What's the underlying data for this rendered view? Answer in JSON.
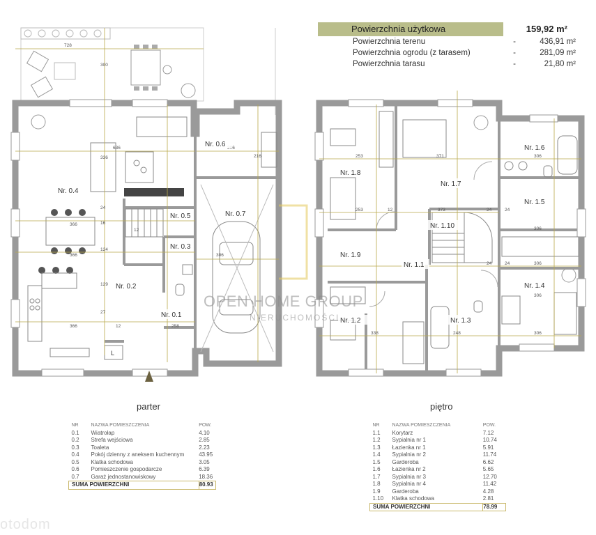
{
  "summary": {
    "usable_label": "Powierzchnia użytkowa",
    "usable_value": "159,92 m²",
    "rows": [
      {
        "label": "Powierzchnia terenu",
        "dash": "-",
        "value": "436,91 m²"
      },
      {
        "label": "Powierzchnia ogrodu (z tarasem)",
        "dash": "-",
        "value": "281,09 m²"
      },
      {
        "label": "Powierzchnia tarasu",
        "dash": "-",
        "value": "21,80 m²"
      }
    ]
  },
  "watermark": {
    "line1": "OPEN HOME GROUP",
    "line2": "NIERUCHOMOŚCI"
  },
  "ground": {
    "title": "parter",
    "rooms_on_plan": [
      "Nr. 0.1",
      "Nr. 0.2",
      "Nr. 0.3",
      "Nr. 0.4",
      "Nr. 0.5",
      "Nr. 0.6",
      "Nr. 0.7"
    ],
    "dims": [
      "728",
      "300",
      "636",
      "336",
      "366",
      "366",
      "129",
      "366",
      "258",
      "124",
      "306",
      "306",
      "216",
      "24",
      "16",
      "12",
      "27",
      "12",
      "L"
    ],
    "table": {
      "headers": [
        "NR",
        "NAZWA POMIESZCZENIA",
        "POW."
      ],
      "rows": [
        [
          "0.1",
          "Wiatrołap",
          "4.10"
        ],
        [
          "0.2",
          "Strefa wejściowa",
          "2.85"
        ],
        [
          "0.3",
          "Toaleta",
          "2.23"
        ],
        [
          "0.4",
          "Pokój dzienny z aneksem kuchennym",
          "43.95"
        ],
        [
          "0.5",
          "Klatka schodowa",
          "3.05"
        ],
        [
          "0.6",
          "Pomieszczenie gospodarcze",
          "6.39"
        ],
        [
          "0.7",
          "Garaż jednostanowiskowy",
          "18.36"
        ]
      ],
      "sum_label": "SUMA POWIERZCHNI",
      "sum_value": "80.93"
    }
  },
  "upper": {
    "title": "piętro",
    "rooms_on_plan": [
      "Nr. 1.1",
      "Nr. 1.2",
      "Nr. 1.3",
      "Nr. 1.4",
      "Nr. 1.5",
      "Nr. 1.6",
      "Nr. 1.7",
      "Nr. 1.8",
      "Nr. 1.9",
      "Nr. 1.10"
    ],
    "dims": [
      "253",
      "371",
      "306",
      "306",
      "253",
      "373",
      "306",
      "12",
      "24",
      "24",
      "24",
      "24",
      "306",
      "338",
      "248",
      "306"
    ],
    "table": {
      "headers": [
        "NR",
        "NAZWA POMIESZCZENIA",
        "POW."
      ],
      "rows": [
        [
          "1.1",
          "Korytarz",
          "7.12"
        ],
        [
          "1.2",
          "Sypialnia nr 1",
          "10.74"
        ],
        [
          "1.3",
          "Łazienka nr 1",
          "5.91"
        ],
        [
          "1.4",
          "Sypialnia nr 2",
          "11.74"
        ],
        [
          "1.5",
          "Garderoba",
          "6.62"
        ],
        [
          "1.6",
          "Łazienka nr 2",
          "5.65"
        ],
        [
          "1.7",
          "Sypialnia nr 3",
          "12.70"
        ],
        [
          "1.8",
          "Sypialnia nr 4",
          "11.42"
        ],
        [
          "1.9",
          "Garderoba",
          "4.28"
        ],
        [
          "1.10",
          "Klatka schodowa",
          "2.81"
        ]
      ],
      "sum_label": "SUMA POWIERZCHNI",
      "sum_value": "78.99"
    }
  },
  "stamp": "otodom",
  "colors": {
    "wall": "#9a9a9a",
    "dim_line": "#b9a94a",
    "accent": "#b9bd8a",
    "watermark": "#8a8a8a"
  }
}
